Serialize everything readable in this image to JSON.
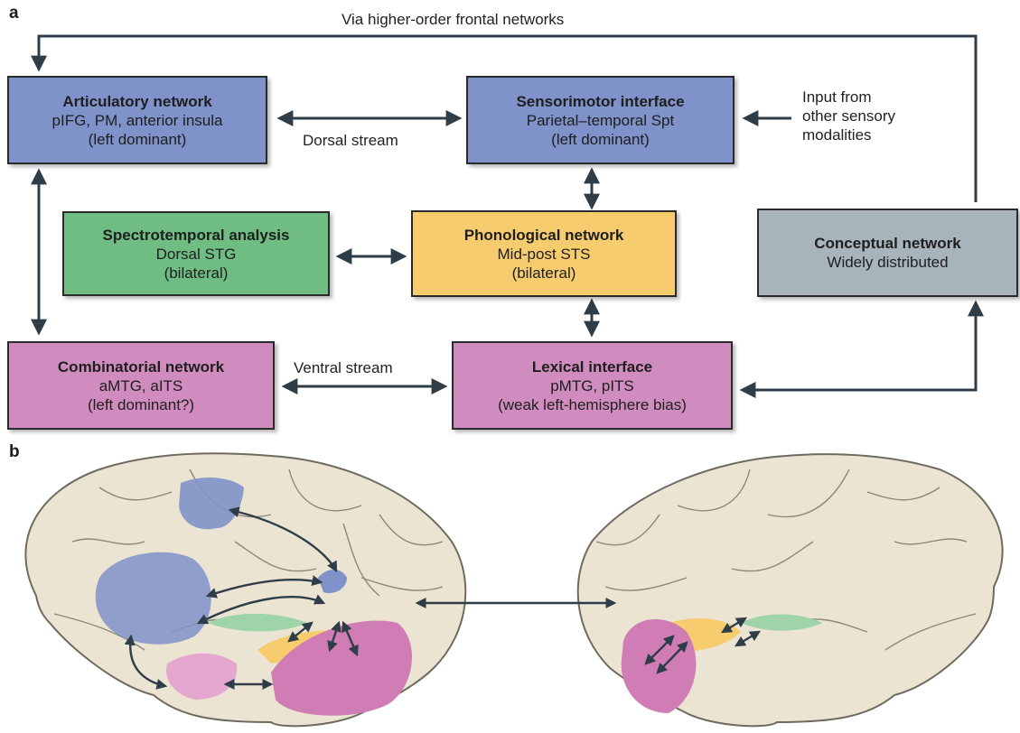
{
  "panels": {
    "a": "a",
    "b": "b"
  },
  "colors": {
    "articulatory": "#7f92c9",
    "sensorimotor": "#7f92c9",
    "spectrotemporal": "#6fbd83",
    "phonological": "#f7cc6e",
    "conceptual": "#a8b4bc",
    "combinatorial": "#d08cbe",
    "lexical": "#d08cbe",
    "arrow": "#2f3d48",
    "brain_fill": "#ece4d2",
    "brain_line": "#6f6a60"
  },
  "labels": {
    "top_feedback": "Via higher-order frontal networks",
    "dorsal_stream": "Dorsal stream",
    "ventral_stream": "Ventral stream",
    "input_line1": "Input from",
    "input_line2": "other sensory",
    "input_line3": "modalities"
  },
  "boxes": {
    "articulatory": {
      "title": "Articulatory network",
      "line1": "pIFG, PM, anterior insula",
      "line2": "(left dominant)"
    },
    "sensorimotor": {
      "title": "Sensorimotor interface",
      "line1": "Parietal–temporal Spt",
      "line2": "(left dominant)"
    },
    "spectrotemporal": {
      "title": "Spectrotemporal analysis",
      "line1": "Dorsal STG",
      "line2": "(bilateral)"
    },
    "phonological": {
      "title": "Phonological network",
      "line1": "Mid-post STS",
      "line2": "(bilateral)"
    },
    "conceptual": {
      "title": "Conceptual network",
      "line1": "Widely distributed"
    },
    "combinatorial": {
      "title": "Combinatorial network",
      "line1": "aMTG, aITS",
      "line2": "(left dominant?)"
    },
    "lexical": {
      "title": "Lexical interface",
      "line1": "pMTG, pITS",
      "line2": "(weak left-hemisphere bias)"
    }
  },
  "brain_regions": {
    "left_hemisphere": [
      "articulatory",
      "sensorimotor",
      "spectrotemporal",
      "phonological",
      "combinatorial",
      "lexical"
    ],
    "right_hemisphere": [
      "spectrotemporal",
      "phonological",
      "lexical"
    ]
  }
}
